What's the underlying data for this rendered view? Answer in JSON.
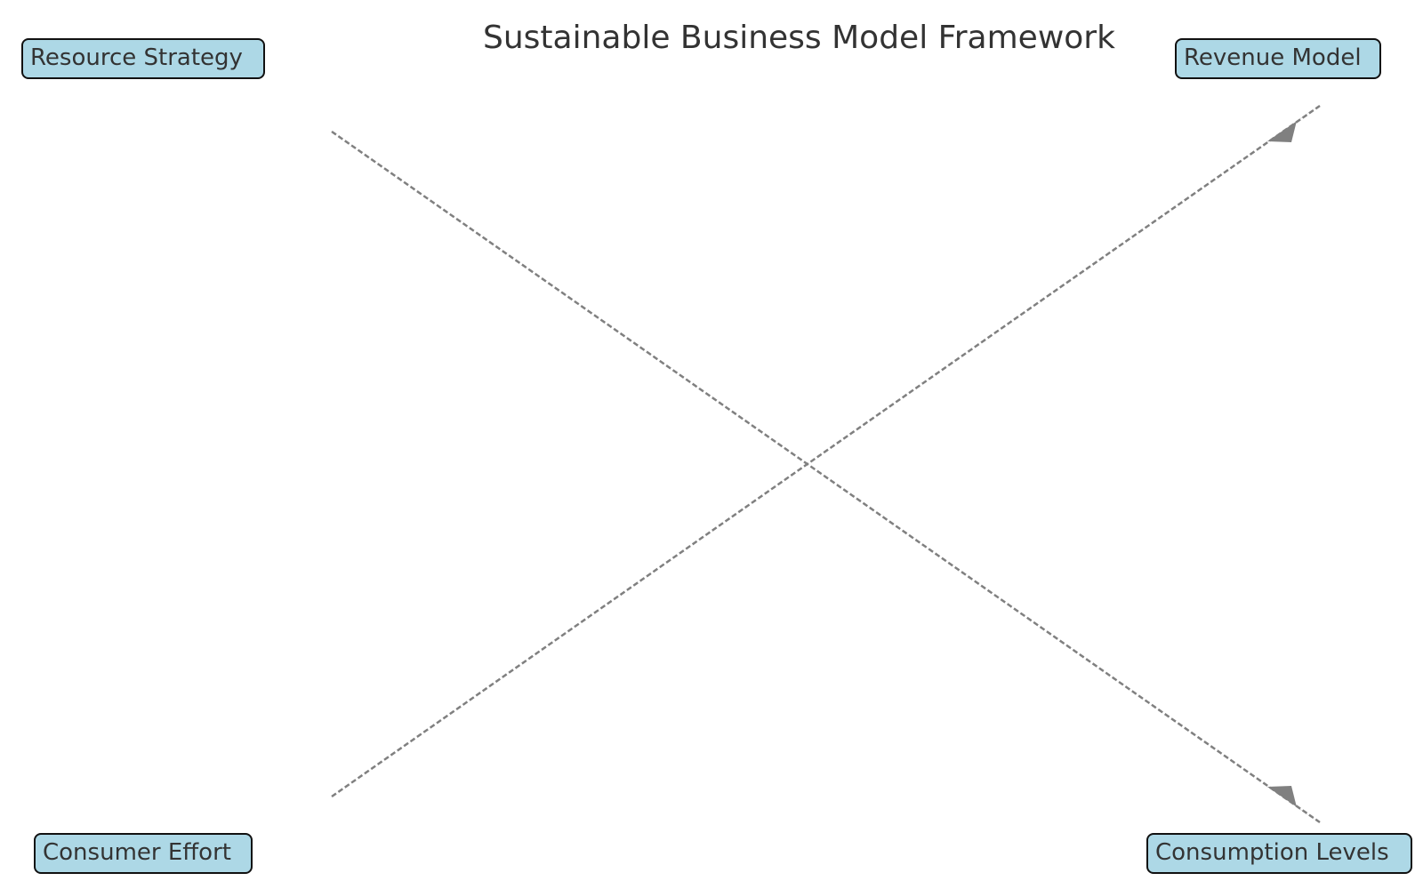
{
  "diagram": {
    "title": "Sustainable Business Model Framework",
    "colors": {
      "node_fill": "#add8e6",
      "node_border": "#111111",
      "edge": "#808080",
      "text": "#333333"
    },
    "nodes": {
      "resource_strategy": "Resource Strategy",
      "revenue_model": "Revenue Model",
      "consumer_effort": "Consumer Effort",
      "consumption_levels": "Consumption Levels"
    },
    "edges": [
      {
        "from": "Resource Strategy",
        "to": "Consumption Levels",
        "style": "dashed"
      },
      {
        "from": "Consumer Effort",
        "to": "Revenue Model",
        "style": "dashed"
      }
    ]
  }
}
